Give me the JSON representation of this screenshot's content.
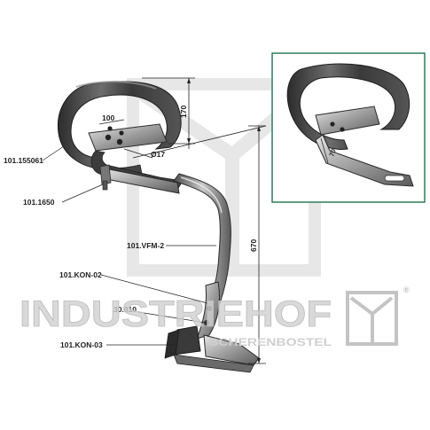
{
  "labels": {
    "part_spring": "101.155061",
    "part_clamp": "101.1650",
    "part_shank": "101.VFM-2",
    "part_share_upper": "101.KON-02",
    "part_bolt": "30.010",
    "part_share_lower": "101.KON-03"
  },
  "dimensions": {
    "width_100": "100",
    "height_170": "170",
    "hole_diameter": "Ø17",
    "height_670": "670",
    "detail_70": "70"
  },
  "watermark": {
    "brand": "INDUSTRIEHOF",
    "sub": "SCHERENBOSTEL",
    "registered": "®"
  },
  "colors": {
    "steel_dark": "#3d3d3d",
    "steel_mid": "#8a8a8a",
    "steel_light": "#d9d9d9",
    "detail_frame": "#2e7d5b",
    "watermark": "#c9c9c9"
  }
}
